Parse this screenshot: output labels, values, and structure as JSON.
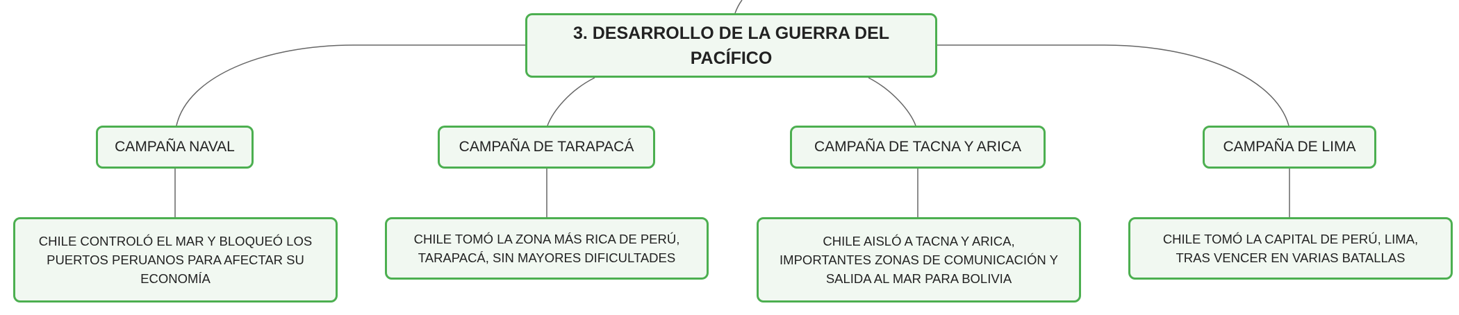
{
  "diagram": {
    "root": {
      "label": "3. DESARROLLO DE LA GUERRA DEL PACÍFICO"
    },
    "campaigns": [
      {
        "label": "CAMPAÑA NAVAL",
        "detail": "CHILE CONTROLÓ EL MAR Y BLOQUEÓ LOS PUERTOS PERUANOS PARA AFECTAR SU ECONOMÍA"
      },
      {
        "label": "CAMPAÑA DE TARAPACÁ",
        "detail": "CHILE TOMÓ LA ZONA MÁS RICA DE PERÚ, TARAPACÁ, SIN MAYORES DIFICULTADES"
      },
      {
        "label": "CAMPAÑA DE TACNA Y ARICA",
        "detail": "CHILE AISLÓ A TACNA Y ARICA, IMPORTANTES ZONAS DE COMUNICACIÓN Y SALIDA AL MAR PARA BOLIVIA"
      },
      {
        "label": "CAMPAÑA DE LIMA",
        "detail": "CHILE TOMÓ LA CAPITAL DE PERÚ, LIMA, TRAS VENCER EN VARIAS BATALLAS"
      }
    ],
    "colors": {
      "node_border": "#4caf50",
      "node_fill": "#f1f8f1",
      "connector": "#666666"
    }
  }
}
